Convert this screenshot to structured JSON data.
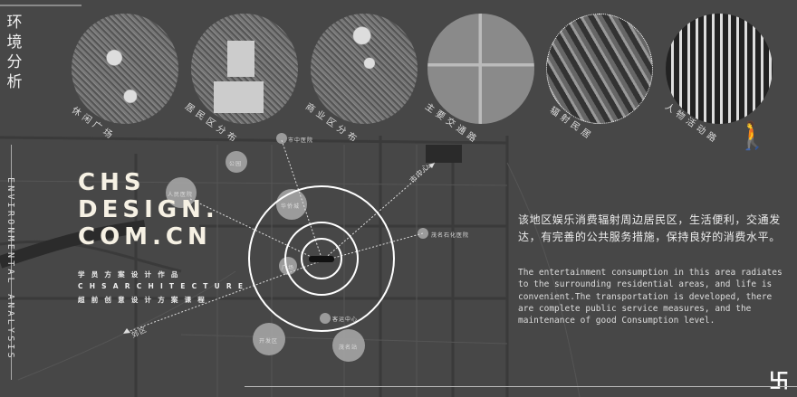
{
  "title_cn": "环境分析",
  "title_en": "ENVIRONMENTAL ANALYSIS",
  "thumbnails": [
    {
      "label": "休闲广场",
      "style": "aerial-highlight"
    },
    {
      "label": "居民区分布",
      "style": "aerial-residential"
    },
    {
      "label": "商业区分布",
      "style": "aerial-commercial"
    },
    {
      "label": "主要交通路",
      "style": "road-map"
    },
    {
      "label": "辐射民居",
      "style": "3d-model"
    },
    {
      "label": "人物活动路",
      "style": "figure-ground"
    }
  ],
  "brand": {
    "line1": "CHS",
    "line2": "DESIGN.",
    "line3": "COM.CN",
    "sub1": "学员方案设计作品",
    "sub2": "CHSARCHITECTURE",
    "sub3": "超前创意设计方案课程"
  },
  "map": {
    "places": [
      "市中医院",
      "公园",
      "人民医院",
      "华侨城",
      "广场",
      "茂名石化医院",
      "客运中心",
      "开发区",
      "茂名站"
    ],
    "arrow_city": "市中心",
    "arrow_suburb": "郊区"
  },
  "description_cn": "该地区娱乐消费辐射周边居民区，生活便利，交通发达，有完善的公共服务措施，保持良好的消费水平。",
  "description_en": "The entertainment consumption in this area radiates to the surrounding residential areas, and life is convenient.The transportation is developed, there are complete public service measures, and the maintenance of good Consumption level.",
  "logo_icon": "chs-logo-icon",
  "colors": {
    "background": "#474747",
    "text": "#eeeeee",
    "brand": "#f6f1e4"
  }
}
